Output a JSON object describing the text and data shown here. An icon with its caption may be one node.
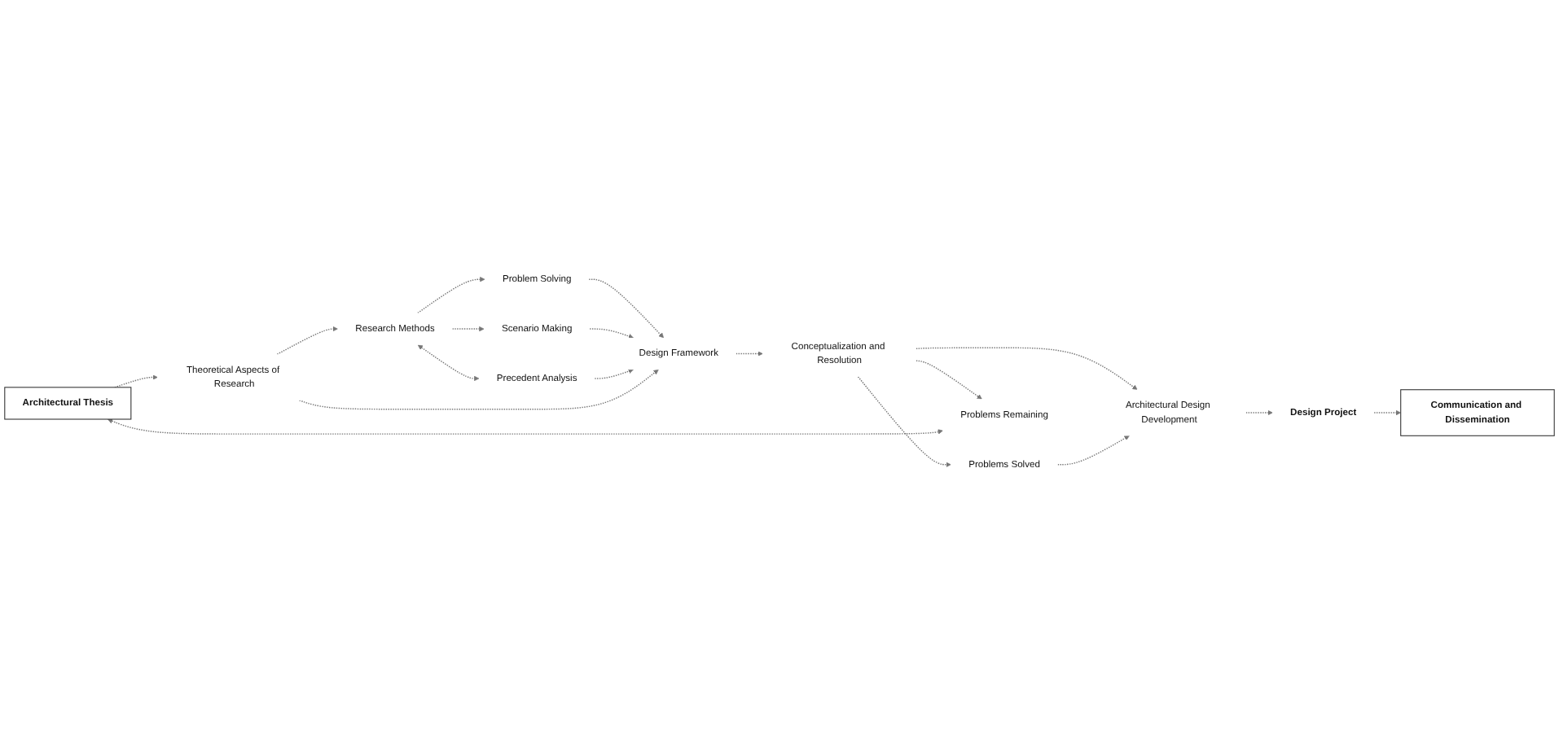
{
  "diagram": {
    "nodes": [
      {
        "text": [
          "Research Methods"
        ]
      },
      {
        "text": [
          "Problem Solving"
        ]
      },
      {
        "text": [
          "Scenario Making"
        ]
      },
      {
        "text": [
          "Precedent Analysis"
        ]
      },
      {
        "text": [
          "Problems Solved"
        ]
      },
      {
        "text": [
          "Theoretical Aspects of Research"
        ]
      },
      {
        "text": [
          "Design Framework"
        ]
      },
      {
        "text": [
          "Conceptualization and Resolution"
        ]
      },
      {
        "text": [
          "Architectural Design Development"
        ]
      },
      {
        "text": [
          "Design Project"
        ]
      },
      {
        "text": [
          "Architectural Thesis"
        ]
      },
      {
        "text": [
          "Problems Remaining"
        ]
      },
      {
        "text": [
          "Communication and Dissemination"
        ]
      }
    ],
    "edges": [
      {
        "from": 10,
        "to": 5,
        "arrow": "to",
        "style": "dashed"
      },
      {
        "from": 5,
        "to": 0,
        "arrow": "to",
        "style": "dashed"
      },
      {
        "from": 0,
        "to": 1,
        "arrow": "to",
        "style": "dashed"
      },
      {
        "from": 0,
        "to": 2,
        "arrow": "to",
        "style": "dashed"
      },
      {
        "from": 0,
        "to": 3,
        "arrow": "both",
        "style": "dashed"
      },
      {
        "from": 1,
        "to": 6,
        "arrow": "to",
        "style": "dashed"
      },
      {
        "from": 2,
        "to": 6,
        "arrow": "to",
        "style": "dashed"
      },
      {
        "from": 3,
        "to": 6,
        "arrow": "to",
        "style": "dashed"
      },
      {
        "from": 5,
        "to": 6,
        "arrow": "to",
        "style": "dashed"
      },
      {
        "from": 6,
        "to": 7,
        "arrow": "to",
        "style": "dashed"
      },
      {
        "from": 7,
        "to": 4,
        "arrow": "to",
        "style": "dashed"
      },
      {
        "from": 7,
        "to": 11,
        "arrow": "to",
        "style": "dashed"
      },
      {
        "from": 7,
        "to": 8,
        "arrow": "to",
        "style": "dashed"
      },
      {
        "from": 4,
        "to": 8,
        "arrow": "to",
        "style": "dashed"
      },
      {
        "from": 8,
        "to": 9,
        "arrow": "to",
        "style": "dashed"
      },
      {
        "from": 9,
        "to": 12,
        "arrow": "to",
        "style": "dashed"
      },
      {
        "from": 11,
        "to": 10,
        "arrow": "both",
        "style": "dashed"
      }
    ]
  }
}
